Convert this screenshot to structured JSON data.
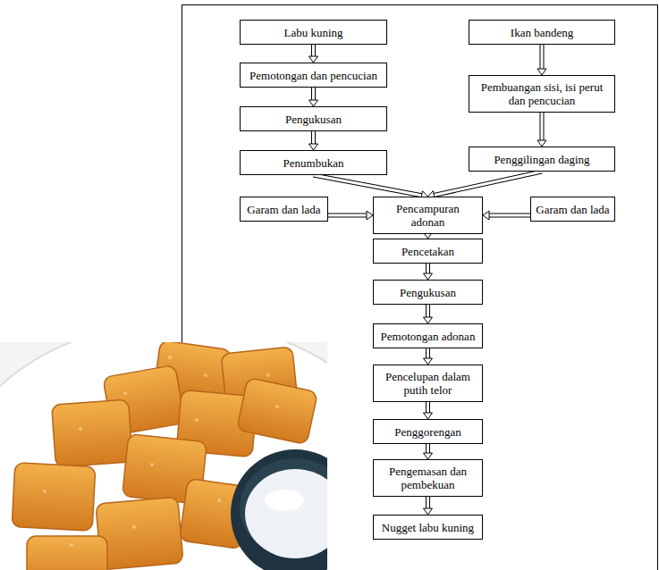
{
  "diagram": {
    "nodes": [
      {
        "text": [
          "Labu kuning"
        ]
      },
      {
        "text": [
          "Ikan bandeng"
        ]
      },
      {
        "text": [
          "Pemotongan dan pencucian"
        ]
      },
      {
        "text": [
          "Pembuangan sisi, isi perut dan pencucian"
        ]
      },
      {
        "text": [
          "Pengukusan"
        ]
      },
      {
        "text": [
          "Penumbukan"
        ]
      },
      {
        "text": [
          "Penggilingan daging"
        ]
      },
      {
        "text": [
          "Garam dan lada"
        ]
      },
      {
        "text": [
          "Pencampuran adonan"
        ]
      },
      {
        "text": [
          "Garam dan lada"
        ]
      },
      {
        "text": [
          "Pencetakan"
        ]
      },
      {
        "text": [
          "Pengukusan"
        ]
      },
      {
        "text": [
          "Pemotongan adonan"
        ]
      },
      {
        "text": [
          "Pencelupan dalam putih telor"
        ]
      },
      {
        "text": [
          "Penggorengan"
        ]
      },
      {
        "text": [
          "Pengemasan dan pembekuan"
        ]
      },
      {
        "text": [
          "Nugget labu kuning"
        ]
      }
    ],
    "edges": [
      {
        "from": 0,
        "to": 2,
        "arrow": "to"
      },
      {
        "from": 2,
        "to": 4,
        "arrow": "to"
      },
      {
        "from": 4,
        "to": 5,
        "arrow": "to"
      },
      {
        "from": 1,
        "to": 3,
        "arrow": "to"
      },
      {
        "from": 3,
        "to": 6,
        "arrow": "to"
      },
      {
        "from": 5,
        "to": 8,
        "arrow": "to"
      },
      {
        "from": 6,
        "to": 8,
        "arrow": "to"
      },
      {
        "from": 7,
        "to": 8,
        "arrow": "to"
      },
      {
        "from": 9,
        "to": 8,
        "arrow": "to"
      },
      {
        "from": 8,
        "to": 10,
        "arrow": "to"
      },
      {
        "from": 10,
        "to": 11,
        "arrow": "to"
      },
      {
        "from": 11,
        "to": 12,
        "arrow": "to"
      },
      {
        "from": 12,
        "to": 13,
        "arrow": "to"
      },
      {
        "from": 13,
        "to": 14,
        "arrow": "to"
      },
      {
        "from": 14,
        "to": 15,
        "arrow": "to"
      },
      {
        "from": 15,
        "to": 16,
        "arrow": "to"
      }
    ]
  }
}
